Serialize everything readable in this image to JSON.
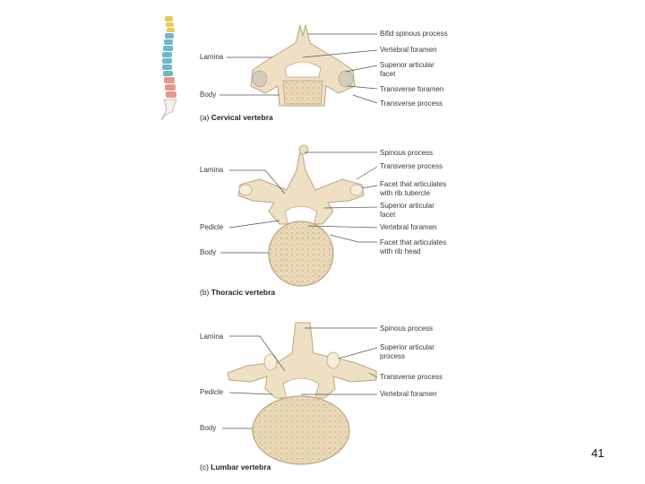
{
  "page_number": "41",
  "colors": {
    "bone": "#efe0c4",
    "bone_edge": "#b9a584",
    "spongy": "#e2d0ad",
    "leader": "#555555"
  },
  "panels": [
    {
      "id": "a",
      "caption_letter": "(a)",
      "caption_title": "Cervical vertebra",
      "labels_left": [
        "Lamina",
        "Body"
      ],
      "labels_right": [
        "Bifid spinous process",
        "Vertebral foramen",
        "Superior articular",
        "facet",
        "Transverse foramen",
        "Transverse process"
      ]
    },
    {
      "id": "b",
      "caption_letter": "(b)",
      "caption_title": "Thoracic vertebra",
      "labels_left": [
        "Lamina",
        "Pedicle",
        "Body"
      ],
      "labels_right": [
        "Spinous process",
        "Transverse process",
        "Facet that articulates",
        "with rib tubercle",
        "Superior articular",
        "facet",
        "Vertebral foramen",
        "Facet that articulates",
        "with rib head"
      ]
    },
    {
      "id": "c",
      "caption_letter": "(c)",
      "caption_title": "Lumbar vertebra",
      "labels_left": [
        "Lamina",
        "Pedicle",
        "Body"
      ],
      "labels_right": [
        "Spinous process",
        "Superior articular",
        "process",
        "Transverse process",
        "Vertebral foramen"
      ]
    }
  ]
}
